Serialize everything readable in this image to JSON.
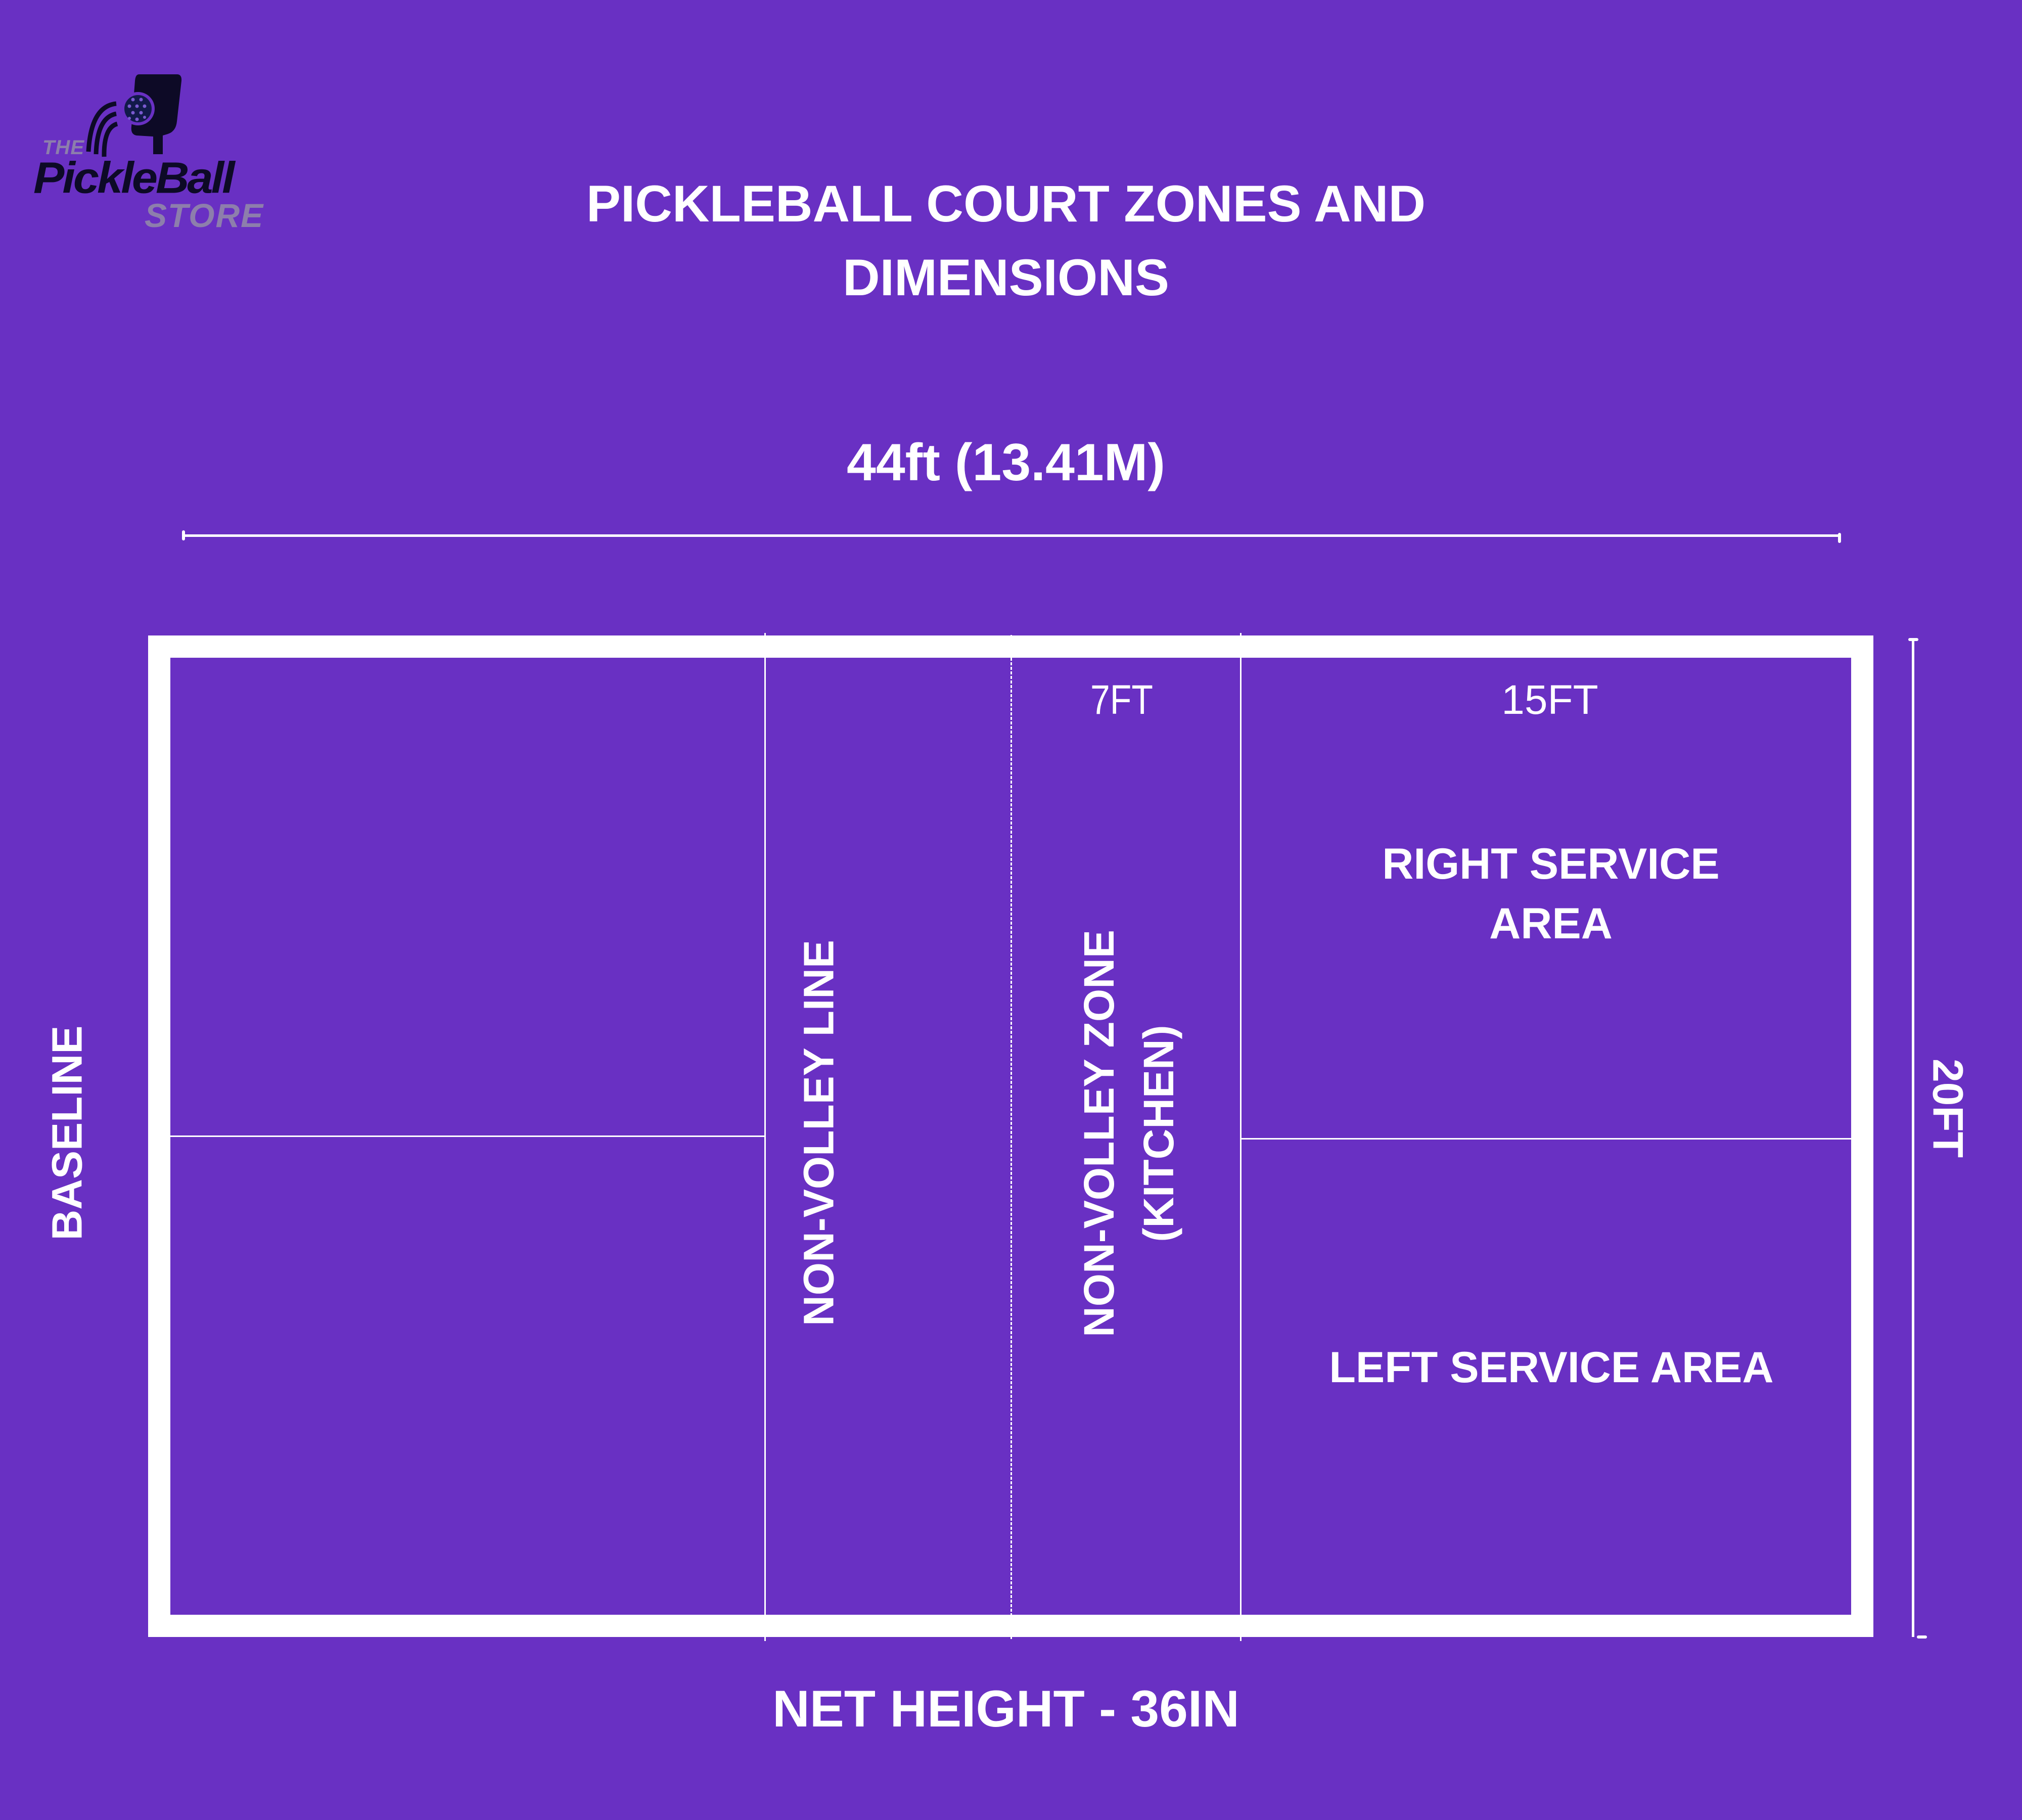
{
  "logo": {
    "the": "THE",
    "brand": "PickleBall",
    "store": "STORE"
  },
  "title": {
    "line1": "PICKLEBALL COURT ZONES AND",
    "line2": "DIMENSIONS"
  },
  "dimensions": {
    "width": "44ft (13.41M)",
    "height": "20FT",
    "kitchen_depth": "7FT",
    "service_depth": "15FT",
    "net_height": "NET HEIGHT - 36IN"
  },
  "labels": {
    "baseline": "BASELINE",
    "non_volley_line": "NON-VOLLEY LINE",
    "non_volley_zone_line1": "NON-VOLLEY ZONE",
    "non_volley_zone_line2": "(KITCHEN)",
    "right_service_line1": "RIGHT SERVICE",
    "right_service_line2": "AREA",
    "left_service": "LEFT SERVICE AREA"
  },
  "colors": {
    "background": "#6930C3",
    "lines": "#FFFFFF",
    "logo_dark": "#0D0A26",
    "logo_grey": "#8D7EAC"
  }
}
